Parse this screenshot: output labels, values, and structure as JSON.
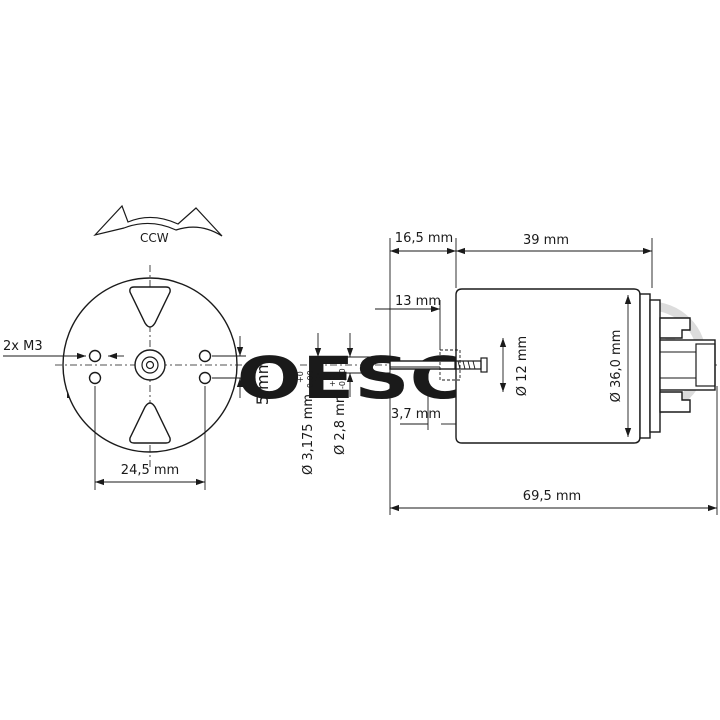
{
  "watermark": {
    "brand": "RABOESCH",
    "registered": "®"
  },
  "front_view": {
    "rotation_label": "CCW",
    "mounting_label": "2x M3",
    "hole_spacing": "24,5 mm",
    "hole_offset": "5 mm"
  },
  "side_view": {
    "shaft_length": "16,5 mm",
    "body_length": "39 mm",
    "shaft_inner_length": "13 mm",
    "flat_length": "3,7 mm",
    "total_length": "69,5 mm",
    "shaft_diameter": "Ø 3,175 mm",
    "shaft_tol_plus": "+0",
    "shaft_tol_minus": "-0,00",
    "flat_diameter": "Ø 2,8 mm",
    "flat_tol_plus": "+0",
    "flat_tol_minus": "-0,00",
    "bearing_diameter": "Ø 12 mm",
    "body_diameter": "Ø 36,0 mm"
  }
}
